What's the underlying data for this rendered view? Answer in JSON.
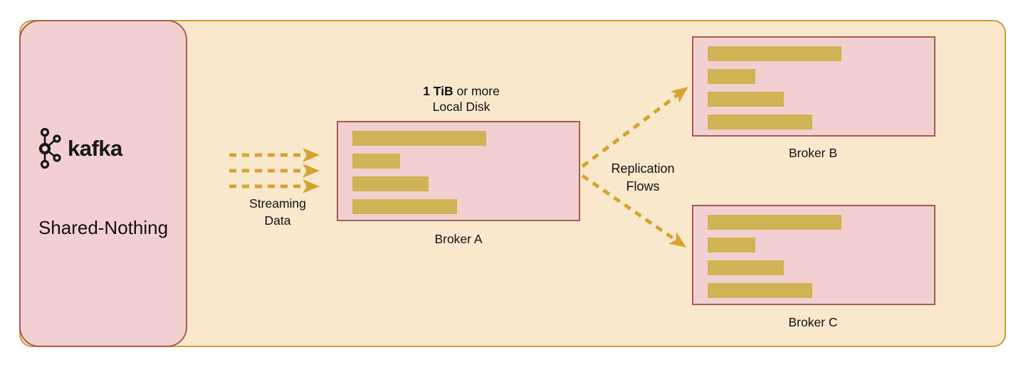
{
  "colors": {
    "canvas_bg": "#ffffff",
    "container_fill": "#fae8cd",
    "container_border": "#d09d30",
    "panel_fill": "#f2d0d2",
    "panel_border": "#a65b50",
    "bar_fill": "#d0b355",
    "arrow_color": "#d5a42f",
    "text_color": "#111111"
  },
  "panel": {
    "brand": "kafka",
    "label": "Shared-Nothing"
  },
  "streaming": {
    "line1": "Streaming",
    "line2": "Data"
  },
  "disk_note": {
    "bold": "1 TiB",
    "rest": " or more",
    "line2": "Local Disk"
  },
  "replication": {
    "line1": "Replication",
    "line2": "Flows"
  },
  "brokers": [
    {
      "id": "A",
      "label": "Broker A",
      "bars": [
        188,
        67,
        107,
        147
      ]
    },
    {
      "id": "B",
      "label": "Broker B",
      "bars": [
        188,
        67,
        107,
        147
      ]
    },
    {
      "id": "C",
      "label": "Broker C",
      "bars": [
        188,
        67,
        107,
        147
      ]
    }
  ]
}
